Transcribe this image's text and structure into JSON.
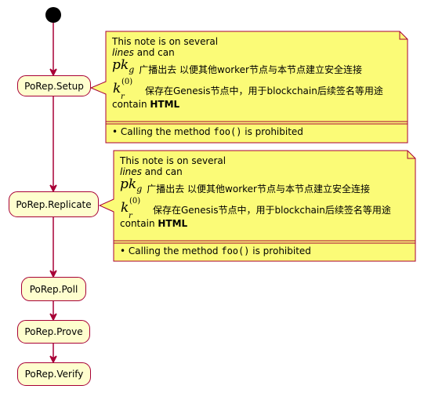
{
  "nodes": {
    "setup": "PoRep.Setup",
    "replicate": "PoRep.Replicate",
    "poll": "PoRep.Poll",
    "prove": "PoRep.Prove",
    "verify": "PoRep.Verify"
  },
  "note": {
    "line1": "This note is on several",
    "line2_italic": "lines",
    "line2_rest": " and can",
    "math1_base": "pk",
    "math1_sub": "g",
    "math1_text": "广播出去 以便其他worker节点与本节点建立安全连接",
    "math2_base": "k",
    "math2_sup": "(0)",
    "math2_sub": "r",
    "math2_text": "保存在Genesis节点中，用于blockchain后续签名等用途",
    "contain_text": "contain ",
    "contain_bold": "HTML",
    "bullet": "•",
    "calling_text": "Calling the method ",
    "calling_code": "foo()",
    "calling_tail": " is prohibited"
  },
  "colors": {
    "node_fill": "#FEFECE",
    "node_border": "#A80036",
    "note_fill": "#FBFB77",
    "note_border": "#A80036",
    "start": "#000000"
  }
}
